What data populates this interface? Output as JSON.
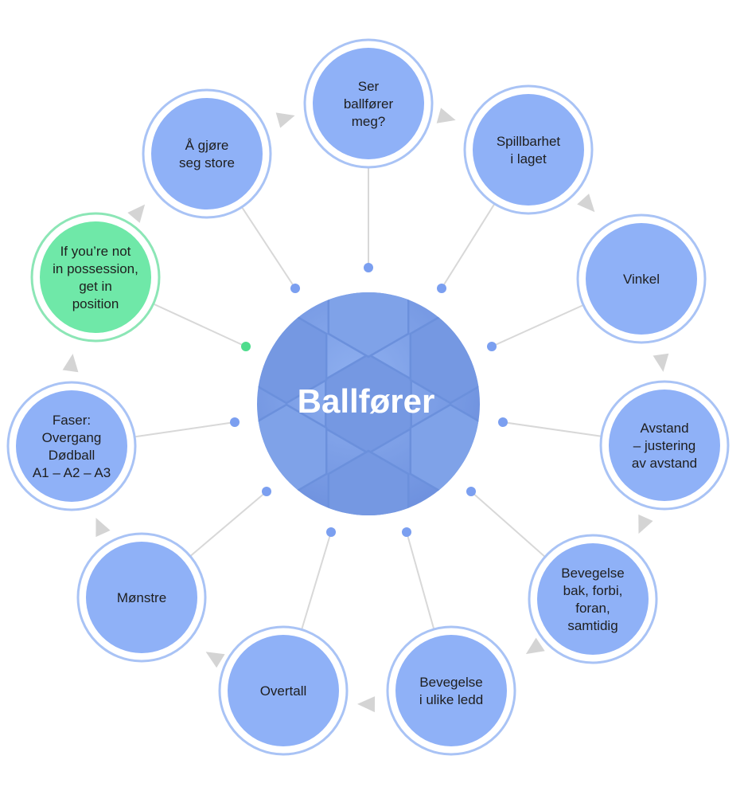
{
  "center": {
    "label": "Ballfører"
  },
  "nodes": [
    {
      "id": "ser-ballforer",
      "lines": [
        "Ser",
        "ballfører",
        "meg?"
      ],
      "highlight": false
    },
    {
      "id": "spillbarhet",
      "lines": [
        "Spillbarhet",
        "i laget"
      ],
      "highlight": false
    },
    {
      "id": "vinkel",
      "lines": [
        "Vinkel"
      ],
      "highlight": false
    },
    {
      "id": "avstand",
      "lines": [
        "Avstand",
        "– justering",
        "av avstand"
      ],
      "highlight": false
    },
    {
      "id": "bevegelse-bak",
      "lines": [
        "Bevegelse",
        "bak, forbi,",
        "foran,",
        "samtidig"
      ],
      "highlight": false
    },
    {
      "id": "bevegelse-ledd",
      "lines": [
        "Bevegelse",
        "i ulike ledd"
      ],
      "highlight": false
    },
    {
      "id": "overtall",
      "lines": [
        "Overtall"
      ],
      "highlight": false
    },
    {
      "id": "monstre",
      "lines": [
        "Mønstre"
      ],
      "highlight": false
    },
    {
      "id": "faser",
      "lines": [
        "Faser:",
        "Overgang",
        "Dødball",
        "A1 – A2 – A3"
      ],
      "highlight": false
    },
    {
      "id": "possession",
      "lines": [
        "If you’re not",
        "in possession,",
        "get in",
        "position"
      ],
      "highlight": true
    },
    {
      "id": "gjore-seg-store",
      "lines": [
        "Å gjøre",
        "seg store"
      ],
      "highlight": false
    }
  ],
  "colors": {
    "node_fill": "#8fb1f7",
    "node_ring": "#a9c3f5",
    "highlight_fill": "#6fe8a8",
    "highlight_ring": "#8ce6b6",
    "ball_fill": "#7a9ee6",
    "ball_pattern": "#6b90dc",
    "dot": "#7b9ff0",
    "highlight_dot": "#4fdc8d",
    "connector": "#d8d8d8",
    "arrow": "#d4d4d4"
  }
}
